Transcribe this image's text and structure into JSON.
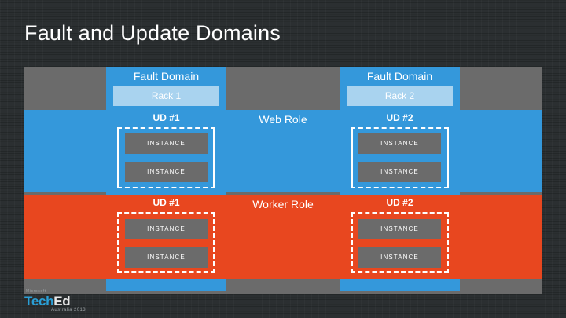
{
  "slide": {
    "title": "Fault and Update Domains",
    "background_color": "#2b2f31"
  },
  "colors": {
    "fault_domain_blue": "#3498db",
    "rack_light_blue": "#a9d3ef",
    "worker_orange": "#e8471f",
    "instance_gray": "#6b6b6b",
    "panel_gray": "#6b6b6b",
    "text_white": "#ffffff"
  },
  "diagram": {
    "fault_domains": [
      {
        "title": "Fault Domain",
        "rack_label": "Rack 1",
        "update_domains": [
          {
            "label": "UD #1",
            "role": "Web Role",
            "instances": [
              "INSTANCE",
              "INSTANCE"
            ]
          },
          {
            "label": "UD #1",
            "role": "Worker Role",
            "instances": [
              "INSTANCE",
              "INSTANCE"
            ]
          }
        ]
      },
      {
        "title": "Fault Domain",
        "rack_label": "Rack 2",
        "update_domains": [
          {
            "label": "UD #2",
            "role": "Web Role",
            "instances": [
              "INSTANCE",
              "INSTANCE"
            ]
          },
          {
            "label": "UD #2",
            "role": "Worker Role",
            "instances": [
              "INSTANCE",
              "INSTANCE"
            ]
          }
        ]
      }
    ],
    "role_bands": [
      {
        "label": "Web Role",
        "color": "#3498db"
      },
      {
        "label": "Worker Role",
        "color": "#e8471f"
      }
    ]
  },
  "logo": {
    "brand": "Microsoft",
    "name_primary": "Tech",
    "name_secondary": "Ed",
    "event": "Australia 2013"
  }
}
